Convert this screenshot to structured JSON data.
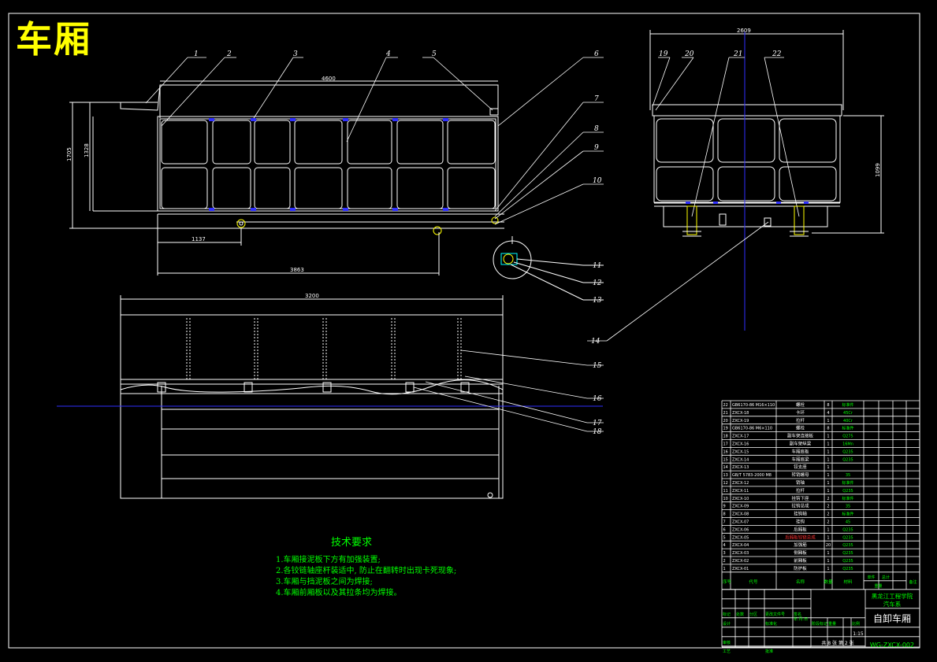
{
  "title": "车厢",
  "dimensions": {
    "d4600": "4600",
    "d1705": "1705",
    "d1328": "1328",
    "d1137": "1137",
    "d3863": "3863",
    "d2609": "2609",
    "d1099": "1099",
    "d3200": "3200"
  },
  "part_numbers": [
    "1",
    "2",
    "3",
    "4",
    "5",
    "6",
    "7",
    "8",
    "9",
    "10",
    "11",
    "12",
    "13",
    "14",
    "15",
    "16",
    "17",
    "18",
    "19",
    "20",
    "21",
    "22"
  ],
  "tech_requirements": {
    "title": "技术要求",
    "lines": [
      "1.车厢接泥板下方有加强装置;",
      "2.各铰链轴座杆装适中, 防止在翻转时出现卡死现象;",
      "3.车厢与挡泥板之间为焊接;",
      "4.车厢前厢板以及其拉条均为焊接。"
    ]
  },
  "bom": {
    "rows": [
      {
        "no": "22",
        "code": "GB6170-86 M16×110",
        "name": "螺栓",
        "qty": "8",
        "material": "标准件"
      },
      {
        "no": "21",
        "code": "ZXCX-18",
        "name": "卡环",
        "qty": "4",
        "material": "45Cr"
      },
      {
        "no": "20",
        "code": "ZXCX-19",
        "name": "拉杆",
        "qty": "1",
        "material": "40Cr"
      },
      {
        "no": "19",
        "code": "GB6170-86 M6×110",
        "name": "螺栓",
        "qty": "8",
        "material": "标准件"
      },
      {
        "no": "18",
        "code": "ZXCX-17",
        "name": "副车架连接板",
        "qty": "1",
        "material": "Q275"
      },
      {
        "no": "17",
        "code": "ZXCX-16",
        "name": "副车架纵梁",
        "qty": "1",
        "material": "16Mn"
      },
      {
        "no": "16",
        "code": "ZXCX-15",
        "name": "车厢底板",
        "qty": "1",
        "material": "Q235"
      },
      {
        "no": "15",
        "code": "ZXCX-14",
        "name": "车厢底梁",
        "qty": "1",
        "material": "Q235"
      },
      {
        "no": "14",
        "code": "ZXCX-13",
        "name": "铰支座",
        "qty": "1",
        "material": ""
      },
      {
        "no": "13",
        "code": "GB/T 5783-2000 M8",
        "name": "转销螺母",
        "qty": "1",
        "material": "35"
      },
      {
        "no": "12",
        "code": "ZXCX-12",
        "name": "销轴",
        "qty": "1",
        "material": "标准件"
      },
      {
        "no": "11",
        "code": "ZXCX-11",
        "name": "拉杆",
        "qty": "1",
        "material": "Q235"
      },
      {
        "no": "10",
        "code": "ZXCX-10",
        "name": "挂钩下座",
        "qty": "2",
        "material": "标准件"
      },
      {
        "no": "9",
        "code": "ZXCX-09",
        "name": "拉钩总成",
        "qty": "2",
        "material": "35"
      },
      {
        "no": "8",
        "code": "ZXCX-08",
        "name": "挂钩轴",
        "qty": "2",
        "material": "标准件"
      },
      {
        "no": "7",
        "code": "ZXCX-07",
        "name": "挂钩",
        "qty": "2",
        "material": "45"
      },
      {
        "no": "6",
        "code": "ZXCX-06",
        "name": "后厢板",
        "qty": "1",
        "material": "Q235"
      },
      {
        "no": "5",
        "code": "ZXCX-05",
        "name": "后厢板铰链总成",
        "qty": "1",
        "material": "Q235"
      },
      {
        "no": "4",
        "code": "ZXCX-04",
        "name": "加强筋",
        "qty": "20",
        "material": "Q235"
      },
      {
        "no": "3",
        "code": "ZXCX-03",
        "name": "侧厢板",
        "qty": "1",
        "material": "Q235"
      },
      {
        "no": "2",
        "code": "ZXCX-02",
        "name": "前厢板",
        "qty": "1",
        "material": "Q235"
      },
      {
        "no": "1",
        "code": "ZXCX-01",
        "name": "防护板",
        "qty": "1",
        "material": "Q235"
      }
    ],
    "header": {
      "no": "序号",
      "code": "代号",
      "name": "名称",
      "qty": "数量",
      "material": "材料",
      "single": "单件",
      "total": "总计",
      "weight": "重量",
      "remark": "备注"
    },
    "school": "黑龙江工程学院",
    "dept": "汽车系",
    "drawing_name": "自卸车厢",
    "drawing_no": "WG-ZXCX-002",
    "scale": "1:15",
    "sheet_info": "共 8 张  第 2 张",
    "labels": {
      "mark": "标记",
      "count": "处数",
      "zone": "分区",
      "doc": "更改文件号",
      "sign": "签名",
      "date": "年.月.日",
      "design": "设计",
      "standard": "标准化",
      "stage": "阶段标记",
      "weight": "重量",
      "ratio": "比例",
      "review": "审核",
      "craft": "工艺",
      "approve": "批准"
    }
  }
}
